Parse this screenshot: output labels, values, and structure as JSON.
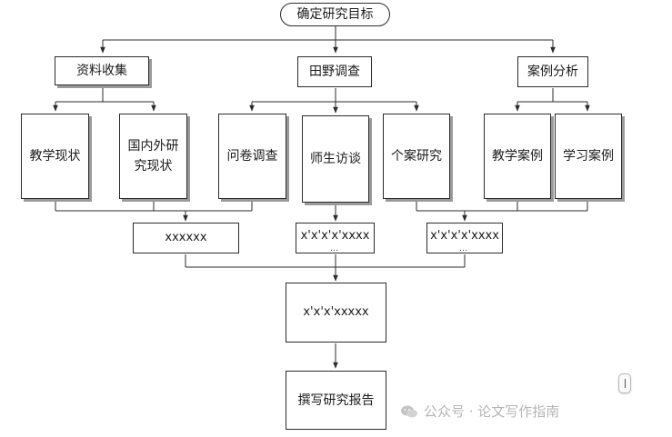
{
  "diagram": {
    "top": "确定研究目标",
    "methods": [
      "资料收集",
      "田野调查",
      "案例分析"
    ],
    "sub_items": [
      "教学现状",
      "国内外研究现状",
      "问卷调查",
      "师生访谈",
      "个案研究",
      "教学案例",
      "学习案例"
    ],
    "sub_item_lines": [
      [
        "教学现状"
      ],
      [
        "国内外研",
        "究现状"
      ],
      [
        "问卷调查"
      ],
      [
        "师生访谈"
      ],
      [
        "个案研究"
      ],
      [
        "教学案例"
      ],
      [
        "学习案例"
      ]
    ],
    "middle": [
      "xxxxxx",
      "x'x'x'x'xxxx",
      "x'x'x'x'xxxx"
    ],
    "middle_ellipsis": "…",
    "synthesis": "x'x'x'xxxxx",
    "final": "撰写研究报告"
  },
  "watermark": {
    "icon": "wechat-icon",
    "text": "公众号 · 论文写作指南"
  },
  "colors": {
    "line": "#2b2b2b",
    "shadow": "#9a9a9a",
    "watermark": "#b5b5b5"
  }
}
